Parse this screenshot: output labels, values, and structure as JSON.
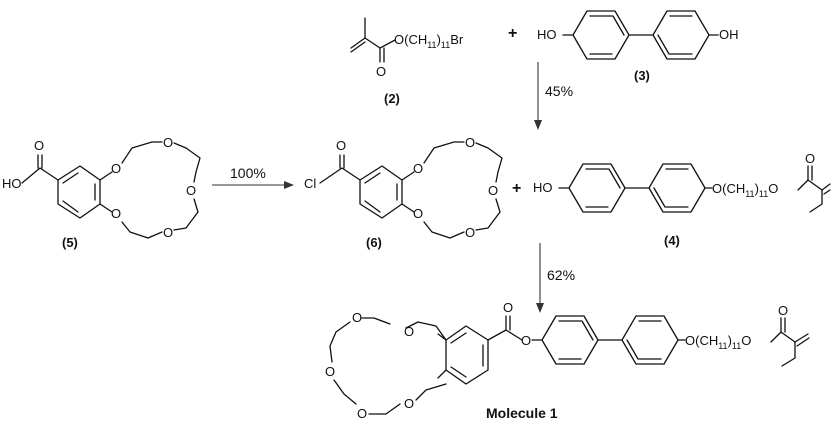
{
  "scheme": {
    "yields": {
      "step_5_to_6": "100%",
      "step_2_3_to_4": "45%",
      "step_6_4_to_1": "62%"
    },
    "compound_labels": {
      "c2": "(2)",
      "c3": "(3)",
      "c4": "(4)",
      "c5": "(5)",
      "c6": "(6)",
      "product": "Molecule 1"
    },
    "plus_signs": [
      "+",
      "+"
    ],
    "atom_labels": {
      "c2_ether": "O(CH",
      "c2_ether_sub": "11",
      "c2_ether_tail": "Br",
      "c2_carbonyl_o": "O",
      "c3_left_oh": "HO",
      "c3_right_oh": "OH",
      "c5_oh": "HO",
      "c5_carbonyl_o": "O",
      "c6_cl": "Cl",
      "c6_carbonyl_o": "O",
      "c4_oh": "HO",
      "c4_ether": "O(CH",
      "c4_ether_sub": "11",
      "c4_ether_tail": "O",
      "c4_carbonyl_o": "O",
      "p_ester_o": "O",
      "p_carbonyl_o": "O",
      "p_ether": "O(CH",
      "p_ether_sub": "11",
      "p_ether_tail": "O",
      "p_carbonyl2_o": "O",
      "crown_o": "O",
      "paren_close": ")"
    }
  }
}
